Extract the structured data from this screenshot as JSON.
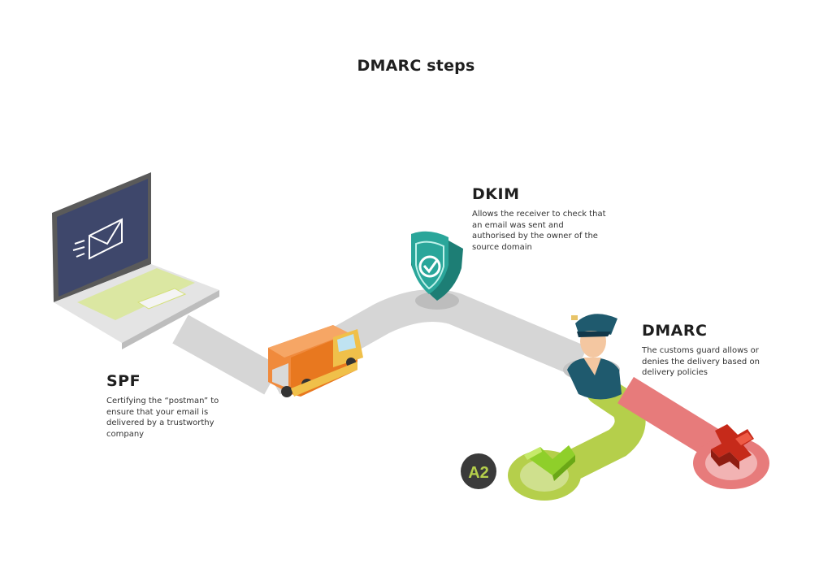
{
  "title": "DMARC steps",
  "steps": {
    "spf": {
      "heading": "SPF",
      "description": "Certifying the “postman” to ensure that your email is delivered by a trustworthy company"
    },
    "dkim": {
      "heading": "DKIM",
      "description": "Allows the receiver to check that an email was sent and authorised by the owner of the source domain"
    },
    "dmarc": {
      "heading": "DMARC",
      "description": "The customs guard allows or denies the delivery based on delivery policies"
    }
  },
  "logo": {
    "text": "A2"
  },
  "colors": {
    "road": "#d6d6d6",
    "pass_road": "#b5cf4b",
    "fail_road": "#e77b7b",
    "shield": "#2aa69a",
    "van": "#f08a3c",
    "guard": "#1f5a6e",
    "check": "#8fcf2a",
    "cross": "#c62a1a"
  },
  "icons": [
    "laptop-email-icon",
    "delivery-van-icon",
    "shield-check-icon",
    "customs-guard-icon",
    "check-mark-icon",
    "cross-mark-icon"
  ]
}
